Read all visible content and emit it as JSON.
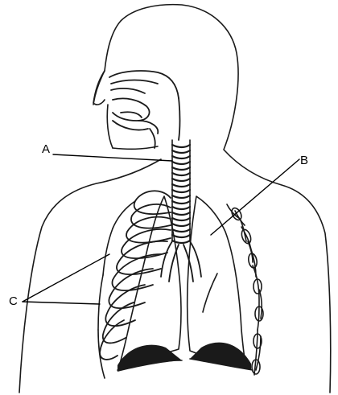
{
  "diagram": {
    "labels": {
      "a": "A",
      "b": "B",
      "c": "C"
    }
  }
}
